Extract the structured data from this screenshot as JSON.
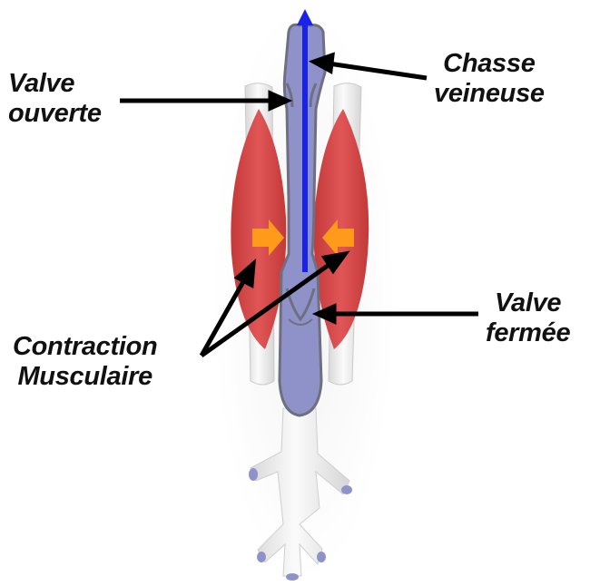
{
  "labels": {
    "valve_open": [
      "Valve",
      "ouverte"
    ],
    "venous_flush": [
      "Chasse",
      "veineuse"
    ],
    "valve_closed": [
      "Valve",
      "fermée"
    ],
    "muscle_contraction": [
      "Contraction",
      "Musculaire"
    ]
  },
  "colors": {
    "vein_fill": "#8f92c8",
    "vein_outline": "#6e7080",
    "muscle_red": "#d64444",
    "tissue_white": "#f2f2f2",
    "blood_flow_arrow": "#1a22e8",
    "compression_arrow": "#ff9a1a",
    "pointer_line": "#000000"
  },
  "icons": {
    "flow": "up-arrow-icon",
    "compression": "inward-arrow-icon"
  }
}
